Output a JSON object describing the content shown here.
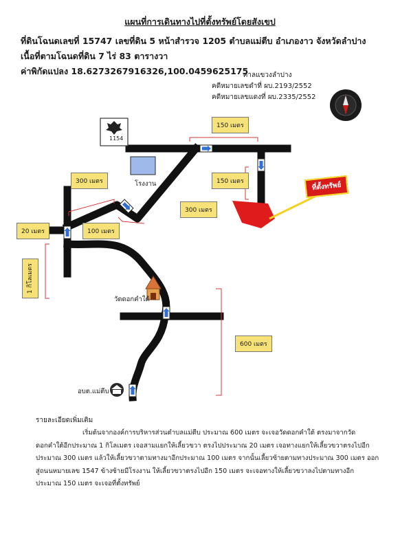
{
  "title": "แผนที่การเดินทางไปที่ตั้งทรัพย์โดยสังเขป",
  "header": {
    "line1": "ที่ดินโฉนดเลขที่ 15747  เลขที่ดิน 5  หน้าสำรวจ 1205  ตำบลแม่ตีบ อำเภองาว จังหวัดลำปาง",
    "line2": "เนื้อที่ตามโฉนดที่ดิน 7 ไร่ 83 ตารางวา",
    "line3": "ค่าพิกัดแปลง 18.6273267916326,100.0459625175"
  },
  "court": {
    "name": "ศาลแขวงลำปาง",
    "black_case": "คดีหมายเลขดำที่   ผบ.2193/2552",
    "red_case": "คดีหมายเลขแดงที่  ผบ.2335/2552"
  },
  "map": {
    "route_sign": "1154",
    "factory": "โรงงาน",
    "temple": "วัดดอกคำใต้",
    "office": "อบต.แม่ตีบ",
    "property": "ที่ตั้งทรัพย์",
    "distances": {
      "d150_top": "150 เมตร",
      "d150_right": "150 เมตร",
      "d300_upper": "300 เมตร",
      "d300_lower": "300 เมตร",
      "d20": "20 เมตร",
      "d100": "100 เมตร",
      "d1km": "1 กิโลเมตร",
      "d600": "600 เมตร"
    },
    "colors": {
      "road": "#111111",
      "arrow": "#2f6fd6",
      "property": "#e01b1b",
      "label_bg": "#f7e27a",
      "bracket": "#d63a3a"
    }
  },
  "details": {
    "heading": "รายละเอียดเพิ่มเติม",
    "body": "เริ่มต้นจากองค์การบริหารส่วนตำบลแม่ตีบ ประมาณ 600 เมตร จะเจอวัดดอกคำใต้ ตรงมาจากวัดดอกคำใต้อีกประมาณ 1 กิโลเมตร เจอสามแยกให้เลี้ยวขวา ตรงไปประมาณ 20 เมตร เจอทางแยกให้เลี้ยวขวาตรงไปอีกประมาณ 300 เมตร แล้วให้เลี้ยวขวาตามทางมาอีกประมาณ 100 เมตร จากนั้นเลี้ยวซ้ายตามทางประมาณ 300 เมตร ออกสู่ถนนหมายเลข 1547 ข้างซ้ายมีโรงงาน ให้เลี้ยวขวาตรงไปอีก 150 เมตร จะเจอทางให้เลี้ยวขวาลงไปตามทางอีกประมาณ 150 เมตร จะเจอที่ตั้งทรัพย์"
  }
}
